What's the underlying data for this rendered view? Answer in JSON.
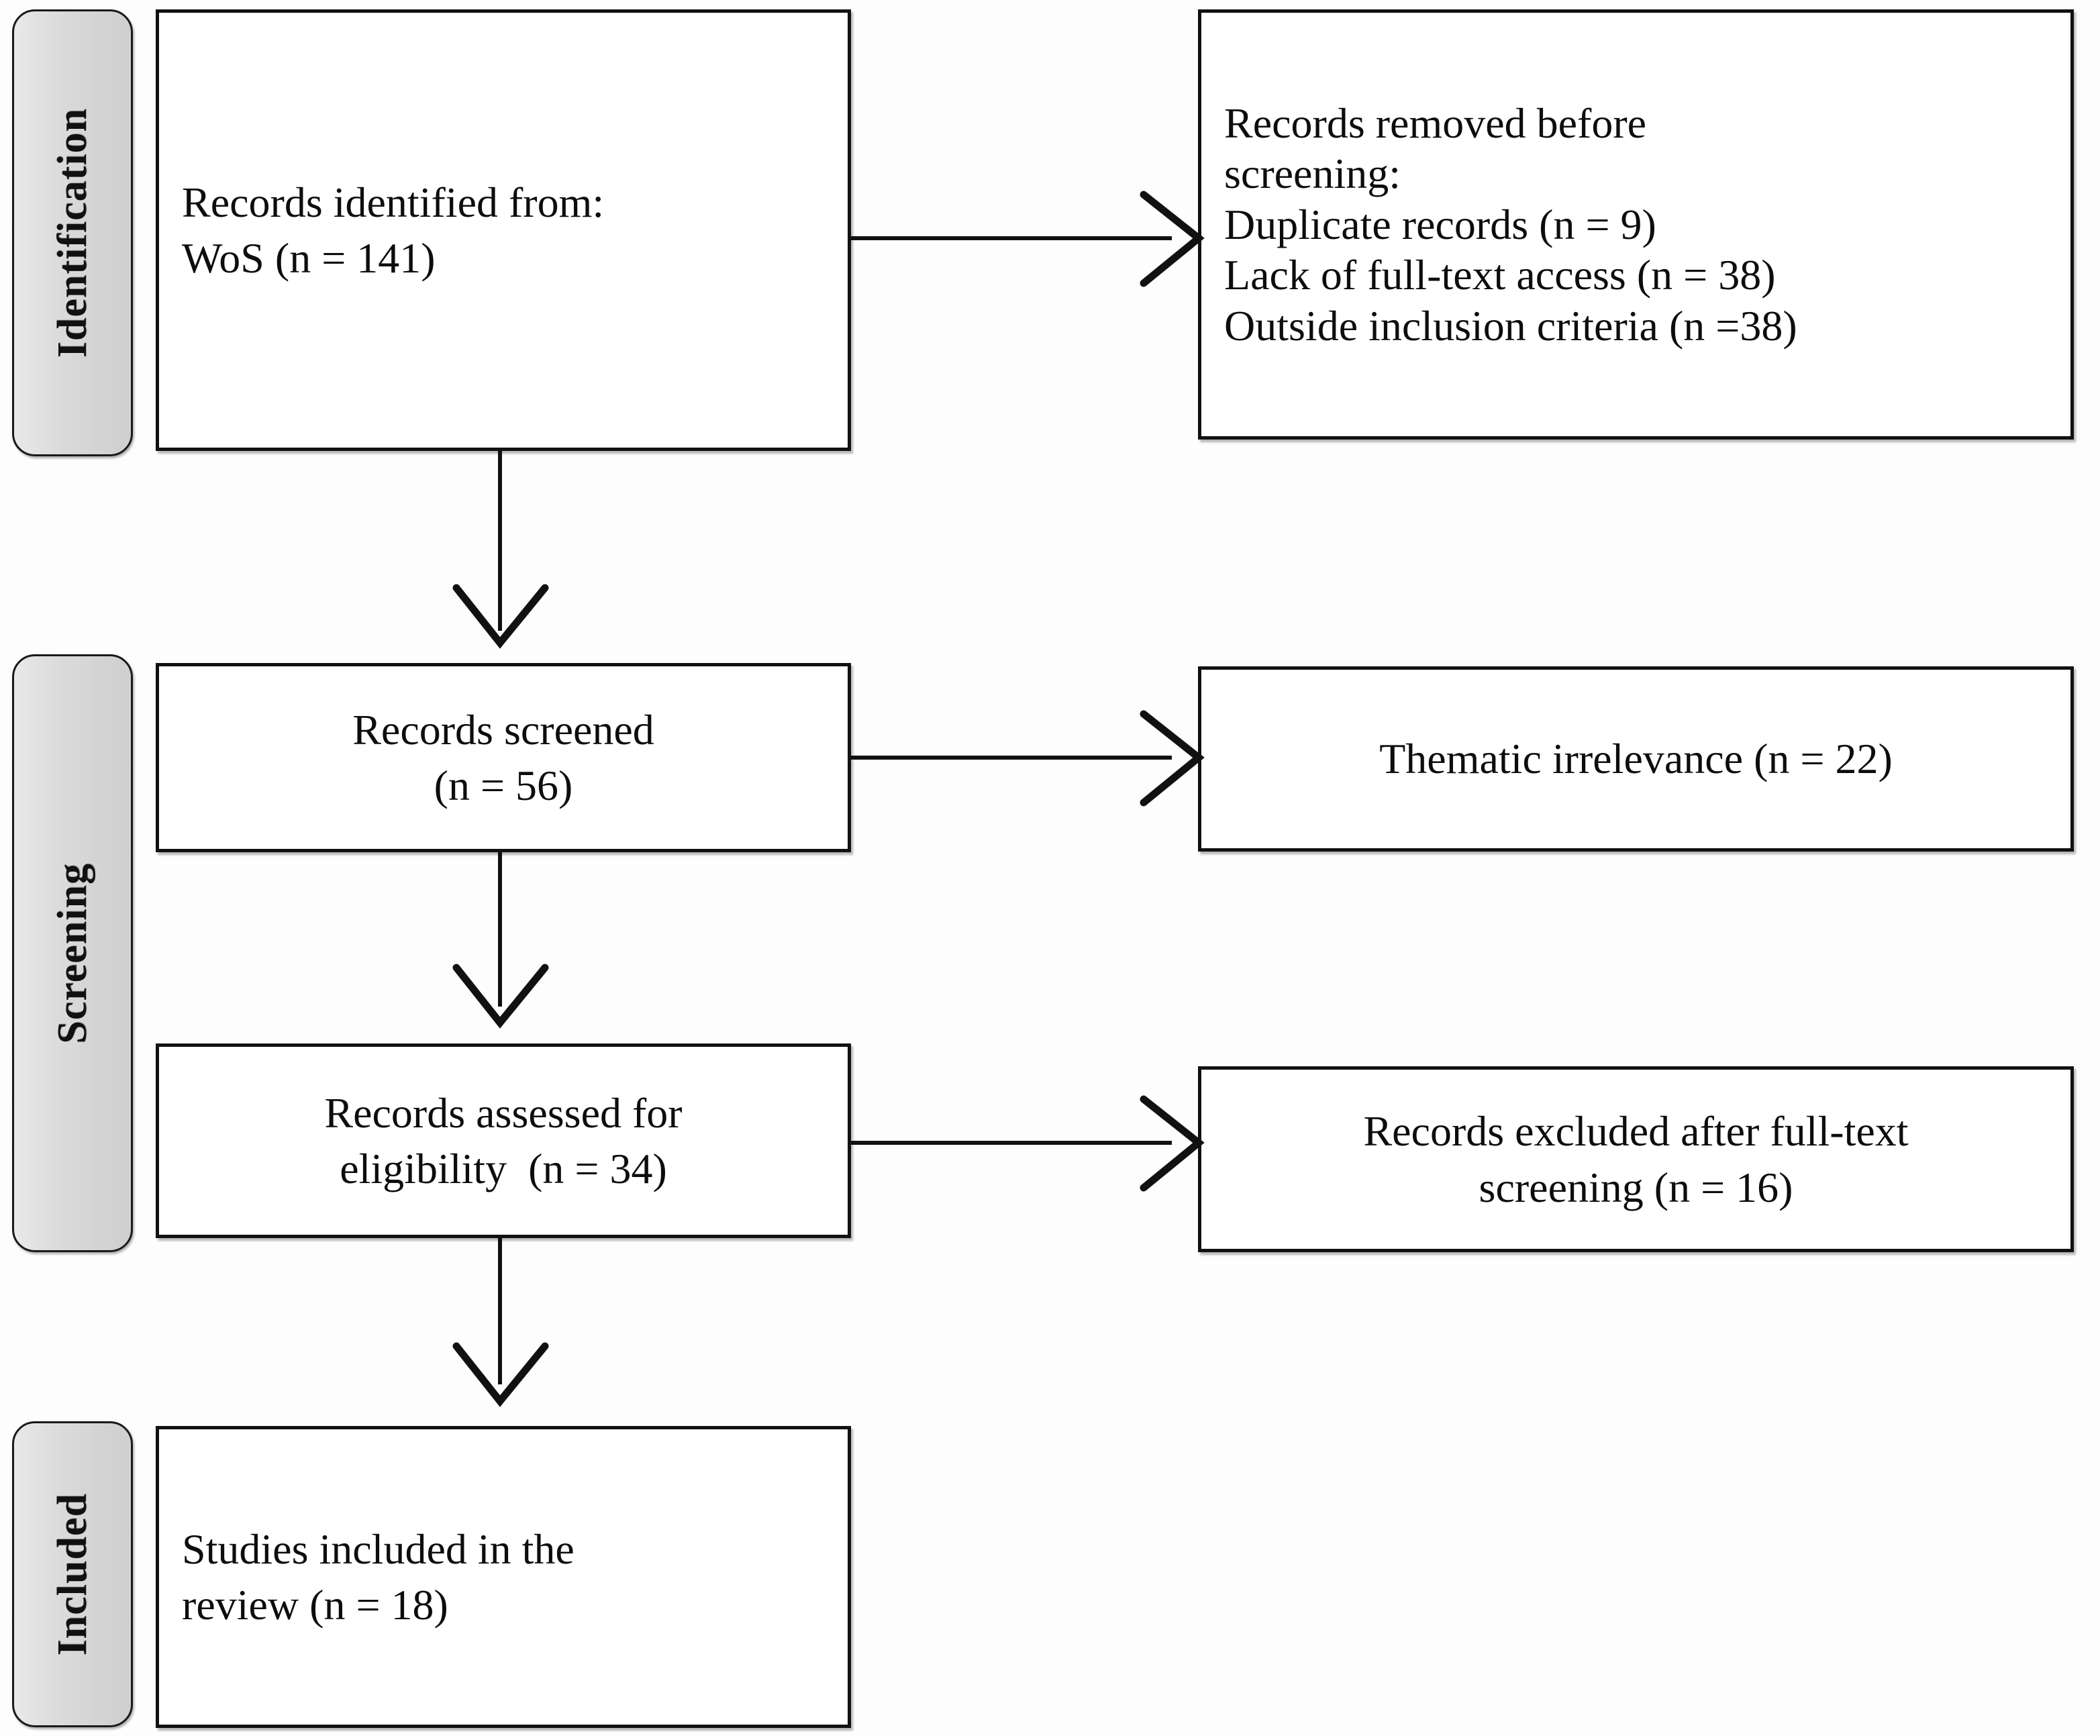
{
  "diagram": {
    "title": "PRISMA flow diagram",
    "type": "prisma-flowchart"
  },
  "stages": [
    {
      "id": "identification",
      "label": "Identification"
    },
    {
      "id": "screening",
      "label": "Screening"
    },
    {
      "id": "included",
      "label": "Included"
    }
  ],
  "boxes": {
    "identified": {
      "line1": "Records identified from:",
      "line2": "WoS (n = 141)"
    },
    "removed": {
      "line1": "Records removed before",
      "line2": "screening:",
      "line3": "Duplicate records (n = 9)",
      "line4": "Lack of full-text access (n = 38)",
      "line5": "Outside inclusion criteria (n =38)"
    },
    "screened": {
      "line1": "Records screened",
      "line2": "(n = 56)"
    },
    "thematic_irrelevance": {
      "line1": "Thematic irrelevance (n = 22)"
    },
    "assessed": {
      "line1": "Records assessed for",
      "line2": "eligibility  (n = 34)"
    },
    "excluded_fulltext": {
      "line1": "Records excluded after full-text",
      "line2": "screening (n = 16)"
    },
    "included_studies": {
      "line1": "Studies included in the",
      "line2": "review (n = 18)"
    }
  },
  "counts": {
    "records_identified_wos": 141,
    "duplicate_records": 9,
    "lack_of_full_text_access": 38,
    "outside_inclusion_criteria": 38,
    "records_screened": 56,
    "thematic_irrelevance": 22,
    "records_assessed_for_eligibility": 34,
    "records_excluded_after_full_text_screening": 16,
    "studies_included_in_review": 18
  },
  "colors": {
    "stroke": "#111111",
    "box_fill": "#ffffff",
    "pill_fill": "#dcdcdc",
    "page_bg": "#fdfdfd"
  }
}
